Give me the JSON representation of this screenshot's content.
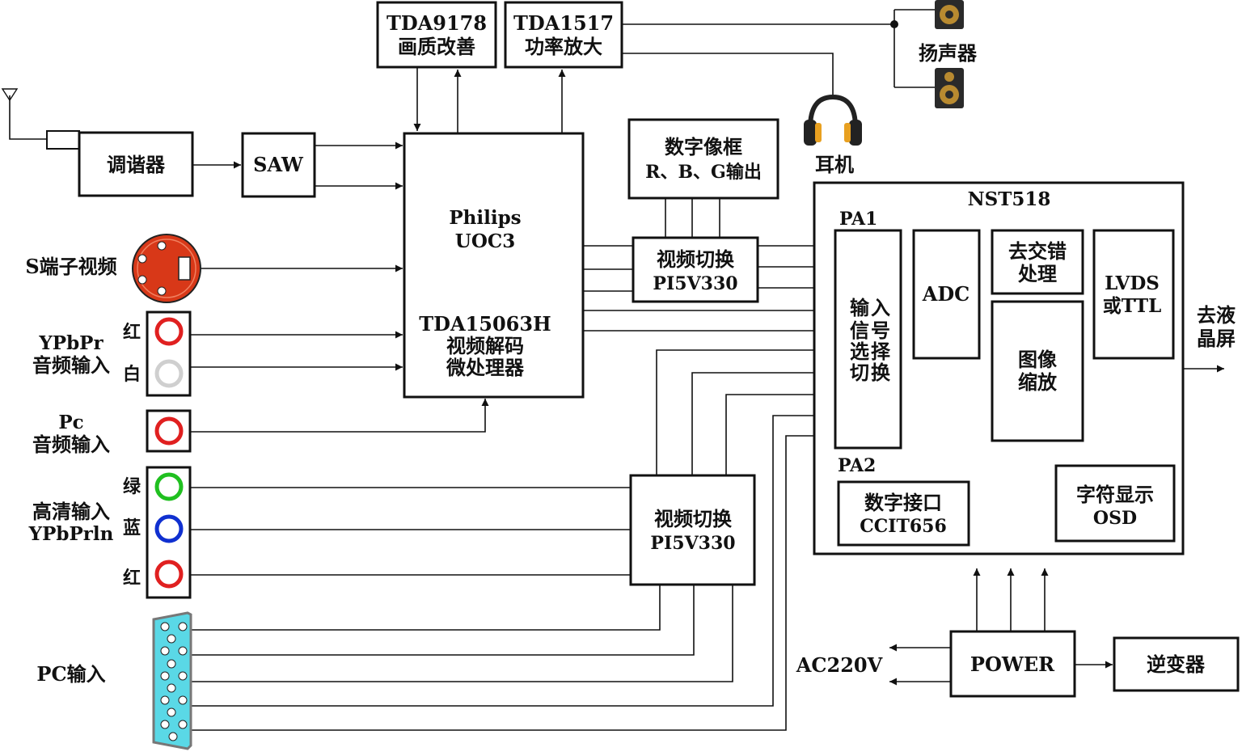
{
  "blocks": {
    "tda9178": {
      "line1": "TDA9178",
      "line2": "画质改善"
    },
    "tda1517": {
      "line1": "TDA1517",
      "line2": "功率放大"
    },
    "tuner": {
      "label": "调谐器"
    },
    "saw": {
      "label": "SAW"
    },
    "main_chip": {
      "line1": "Philips",
      "line2": "UOC3",
      "line3": "TDA15063H",
      "line4": "视频解码",
      "line5": "微处理器"
    },
    "digital_frame": {
      "line1": "数字像框",
      "line2": "R、B、G输出"
    },
    "video_switch_top": {
      "line1": "视频切换",
      "line2": "PI5V330"
    },
    "video_switch_bottom": {
      "line1": "视频切换",
      "line2": "PI5V330"
    },
    "nst518": {
      "title": "NST518",
      "pa1": "PA1",
      "pa2": "PA2",
      "input_select": [
        "输",
        "入",
        "信",
        "号",
        "选",
        "择",
        "切",
        "换"
      ],
      "adc": "ADC",
      "deinterlace": {
        "line1": "去交错",
        "line2": "处理"
      },
      "scaler": {
        "line1": "图像",
        "line2": "缩放"
      },
      "lvds": {
        "line1": "LVDS",
        "line2": "或TTL"
      },
      "digital_port": {
        "line1": "数字接口",
        "line2": "CCIT656"
      },
      "osd": {
        "line1": "字符显示",
        "line2": "OSD"
      }
    },
    "power": {
      "label": "POWER"
    },
    "inverter": {
      "label": "逆变器"
    }
  },
  "labels": {
    "speaker": "扬声器",
    "headphone": "耳机",
    "svideo": "S端子视频",
    "ypbpr_audio": {
      "line1": "YPbPr",
      "line2": "音频输入"
    },
    "ypbpr_red": "红",
    "ypbpr_white": "白",
    "pc_audio": {
      "line1": "Pc",
      "line2": "音频输入"
    },
    "hd_input": {
      "line1": "高清输入",
      "line2": "YPbPrln"
    },
    "hd_green": "绿",
    "hd_blue": "蓝",
    "hd_red": "红",
    "pc_input": "PC输入",
    "ac220v": "AC220V",
    "to_lcd": {
      "line1": "去液",
      "line2": "晶屏"
    }
  },
  "colors": {
    "svideo_fill": "#d83818",
    "jack_red": "#e02020",
    "jack_white": "#cfcfcf",
    "jack_green": "#20c020",
    "jack_blue": "#1030d0",
    "vga_fill": "#5ad8e6",
    "headphone_cup": "#e8a020"
  },
  "icons": [
    "antenna-icon",
    "speaker-icon",
    "headphone-icon",
    "svideo-connector-icon",
    "rca-jack-icon",
    "vga-connector-icon"
  ]
}
